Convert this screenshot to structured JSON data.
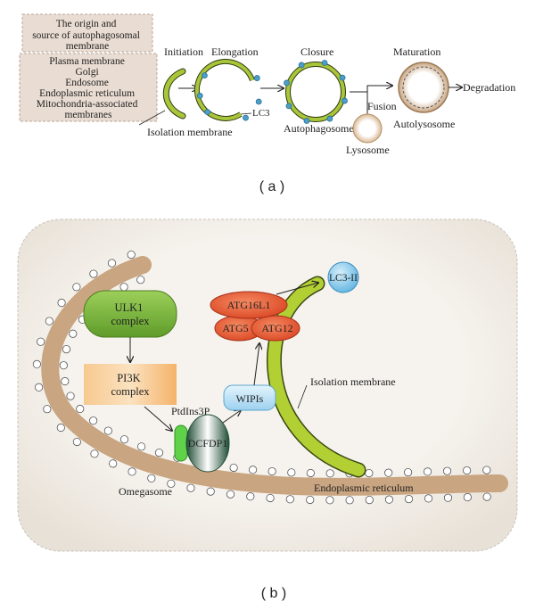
{
  "panel_a": {
    "origin_title": [
      "The origin and",
      "source of autophagosomal",
      "membrane"
    ],
    "sources": [
      "Plasma membrane",
      "Golgi",
      "Endosome",
      "Endoplasmic reticulum",
      "Mitochondria-associated",
      "membranes"
    ],
    "stages": {
      "initiation": "Initiation",
      "elongation": "Elongation",
      "closure": "Closure",
      "maturation": "Maturation"
    },
    "labels": {
      "isolation_membrane": "Isolation membrane",
      "lc3": "LC3",
      "autophagosome": "Autophagosome",
      "fusion": "Fusion",
      "lysosome": "Lysosome",
      "autolysosome": "Autolysosome",
      "degradation": "Degradation"
    },
    "caption": "( a )"
  },
  "panel_b": {
    "ulk1": [
      "ULK1",
      "complex"
    ],
    "pi3k": [
      "PI3K",
      "complex"
    ],
    "ptdins3p": "PtdIns3P",
    "dcfdp1": "DCFDP1",
    "wipis": "WIPIs",
    "atg16l1": "ATG16L1",
    "atg5": "ATG5",
    "atg12": "ATG12",
    "lc3_ii": "LC3-II",
    "isolation_membrane": "Isolation membrane",
    "omegasome": "Omegasome",
    "er": "Endoplasmic reticulum",
    "caption": "( b )"
  },
  "colors": {
    "membrane_green": "#a9c63a",
    "lc3_dot": "#4d9fc9",
    "er_tan": "#c9a581",
    "ulk1_green": "#79b53a",
    "pi3k_orange": "#f4b36a",
    "atg_red": "#e2522e",
    "wipi_blue": "#a8d8f0",
    "ptdins_green": "#5fd24a",
    "dcfdp_dark": "#2f5d45",
    "panel_bg": "#f3efe9",
    "source_box": "#e9dcd2"
  }
}
